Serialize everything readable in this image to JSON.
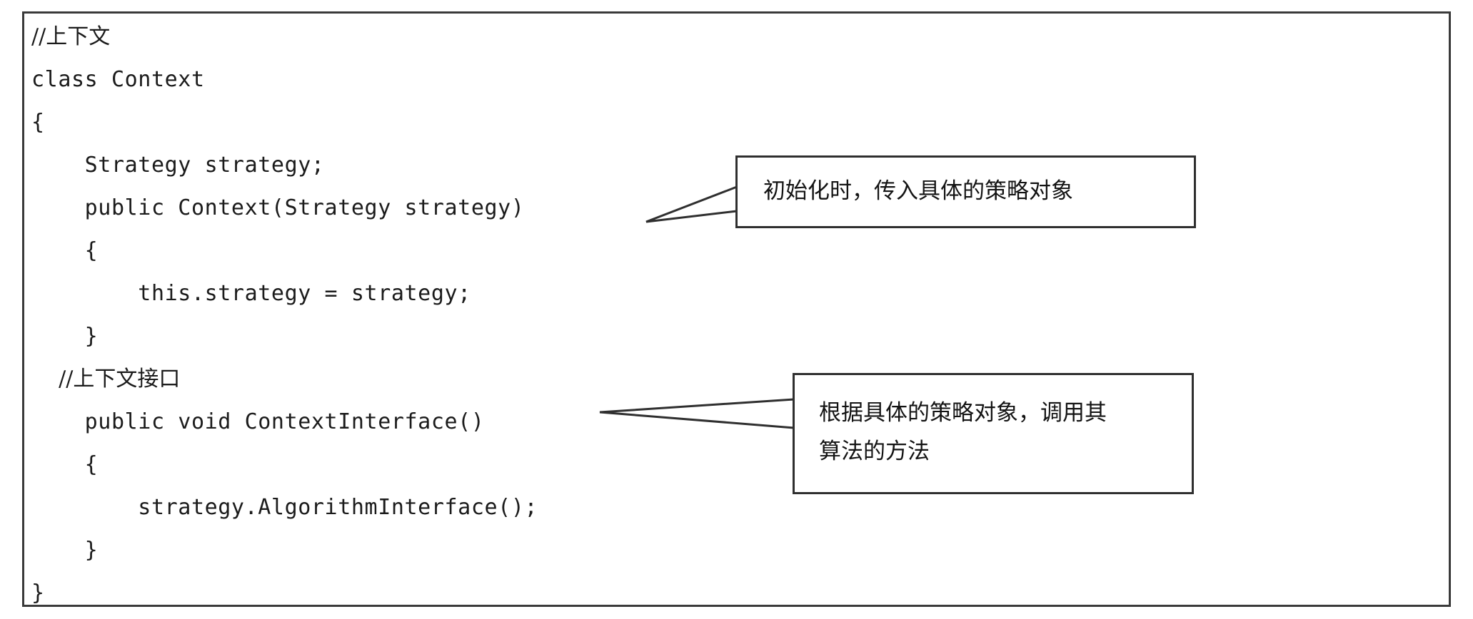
{
  "figure": {
    "kind": "annotated-code-listing",
    "language": "C#",
    "border_color": "#3a3a3a",
    "background": "#ffffff",
    "text_color": "#1b1b1b"
  },
  "code": {
    "lines": [
      {
        "text": "//上下文",
        "cjk": true
      },
      {
        "text": "class Context",
        "cjk": false
      },
      {
        "text": "{",
        "cjk": false
      },
      {
        "text": "    Strategy strategy;",
        "cjk": false
      },
      {
        "text": "    public Context(Strategy strategy)",
        "cjk": false
      },
      {
        "text": "    {",
        "cjk": false
      },
      {
        "text": "        this.strategy = strategy;",
        "cjk": false
      },
      {
        "text": "    }",
        "cjk": false
      },
      {
        "text": "    //上下文接口",
        "cjk": true
      },
      {
        "text": "    public void ContextInterface()",
        "cjk": false
      },
      {
        "text": "    {",
        "cjk": false
      },
      {
        "text": "        strategy.AlgorithmInterface();",
        "cjk": false
      },
      {
        "text": "    }",
        "cjk": false
      },
      {
        "text": "}",
        "cjk": false
      }
    ]
  },
  "callouts": [
    {
      "id": "init",
      "text": "初始化时，传入具体的策略对象",
      "points_to": "public Context(Strategy strategy)"
    },
    {
      "id": "invoke",
      "text": "根据具体的策略对象，调用其\n算法的方法",
      "points_to": "public void ContextInterface()"
    }
  ]
}
